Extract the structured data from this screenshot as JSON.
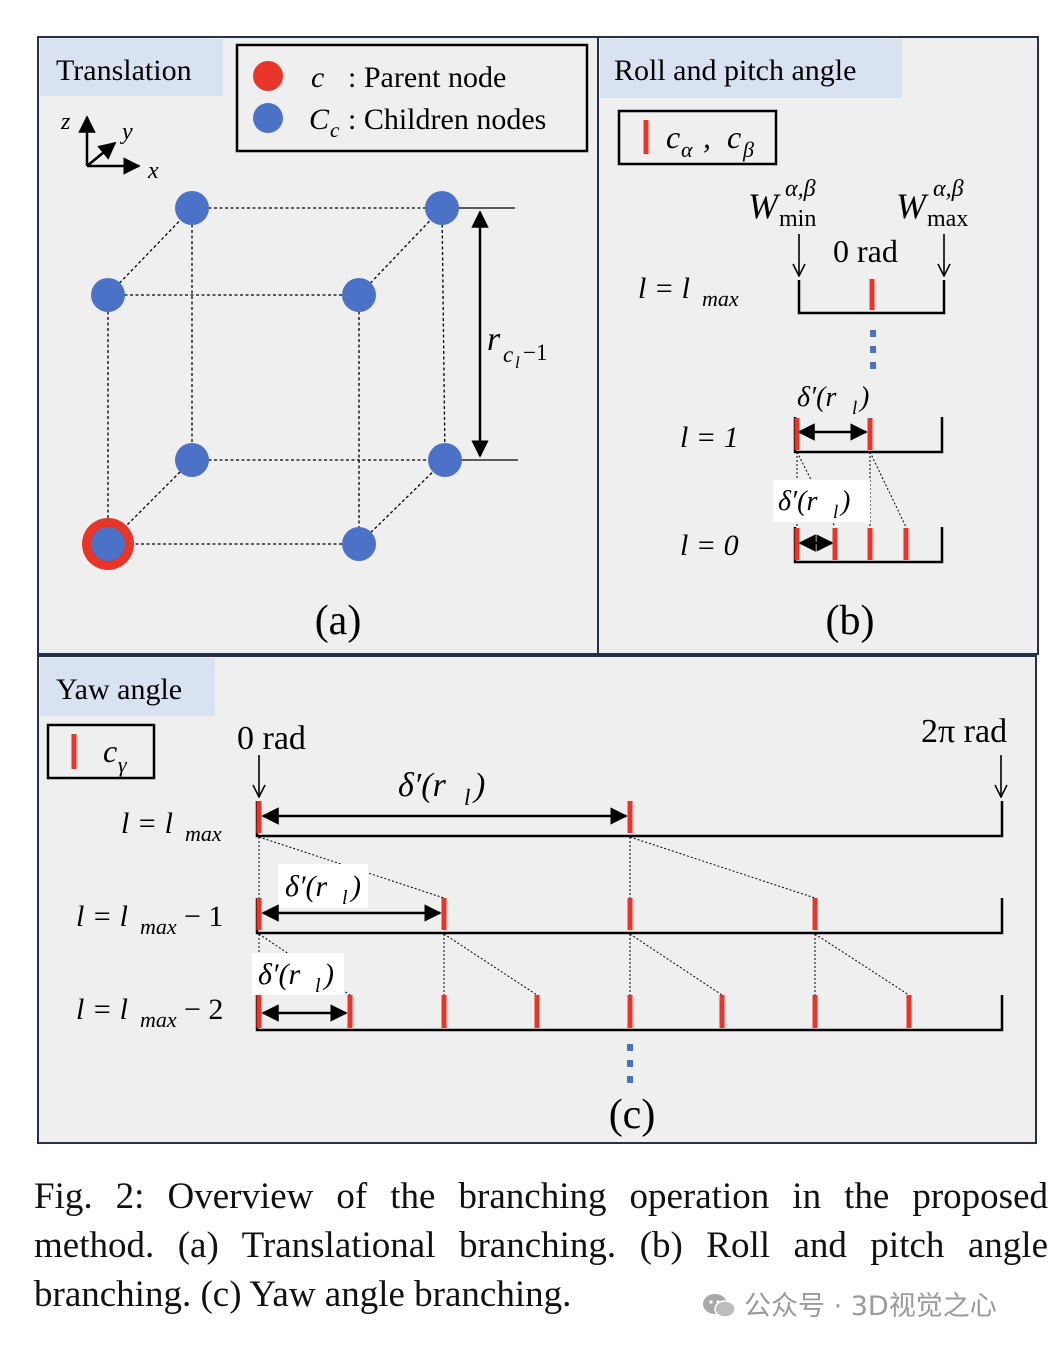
{
  "panel_a": {
    "tag": "Translation",
    "legend": {
      "parent_sym": "c",
      "parent_text": ": Parent node",
      "children_sym": "C",
      "children_sub": "c",
      "children_text": ": Children nodes"
    },
    "axes": {
      "z": "z",
      "y": "y",
      "x": "x"
    },
    "dim_r": "r",
    "dim_r_sub": "c",
    "dim_r_subsub": "l",
    "dim_r_tail": "−1",
    "label": "(a)"
  },
  "panel_b": {
    "tag": "Roll and pitch angle",
    "legend_a": "c",
    "legend_a_sub": "α",
    "legend_sep": " , ",
    "legend_b": "c",
    "legend_b_sub": "β",
    "w": "W",
    "w_sup": "α,β",
    "w_min_sub": "min",
    "w_max_sub": "max",
    "zero": "0 rad",
    "row_lmax_a": "l = l",
    "row_lmax_sub": "max",
    "row_1": "l = 1",
    "row_0": "l = 0",
    "delta": "δ′(r",
    "delta_sub": "l",
    "delta_end": ")",
    "label": "(b)"
  },
  "panel_c": {
    "tag": "Yaw angle",
    "legend": "c",
    "legend_sub": "γ",
    "zero": "0 rad",
    "twopi": "2π rad",
    "row1": "l = l",
    "row1_sub": "max",
    "row2": "l = l",
    "row2_sub": "max",
    "row2_tail": " − 1",
    "row3": "l = l",
    "row3_sub": "max",
    "row3_tail": " − 2",
    "delta": "δ′(r",
    "delta_sub": "l",
    "delta_end": ")",
    "label": "(c)"
  },
  "caption": "Fig. 2: Overview of the branching operation in the proposed method. (a) Translational branching. (b) Roll and pitch angle branching. (c) Yaw angle branching.",
  "watermark": "公众号 · 3D视觉之心",
  "colors": {
    "red": "#e8352a",
    "blue": "#4b72c6",
    "panel_bg": "#efefef",
    "tag_bg": "#d9e2f1",
    "frame": "#25304a"
  }
}
